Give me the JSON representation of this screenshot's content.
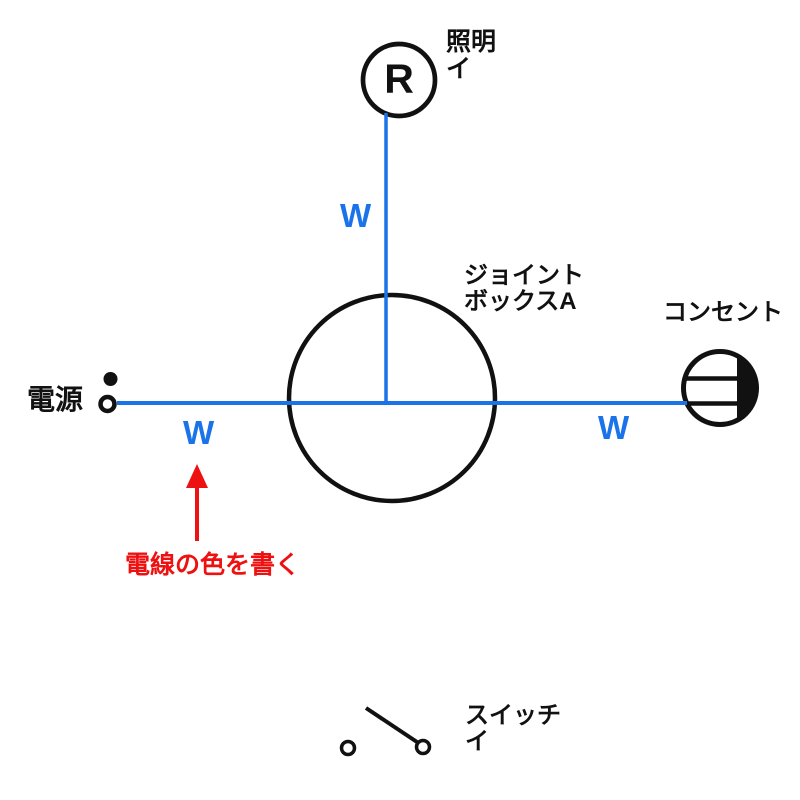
{
  "colors": {
    "background": "#ffffff",
    "wire_blue": "#1a73e8",
    "annotation_red": "#ee1111",
    "ink_black": "#111111"
  },
  "power_source": {
    "label": "電源"
  },
  "lamp": {
    "symbol_letter": "R",
    "name": "照明",
    "circuit_mark": "イ"
  },
  "joint_box": {
    "name_line1": "ジョイント",
    "name_line2": "ボックスA"
  },
  "outlet": {
    "name": "コンセント"
  },
  "switch": {
    "name": "スイッチ",
    "circuit_mark": "イ"
  },
  "wire_color_labels": {
    "left_wire": "W",
    "top_wire": "W",
    "right_wire": "W"
  },
  "annotation": {
    "text": "電線の色を書く"
  }
}
